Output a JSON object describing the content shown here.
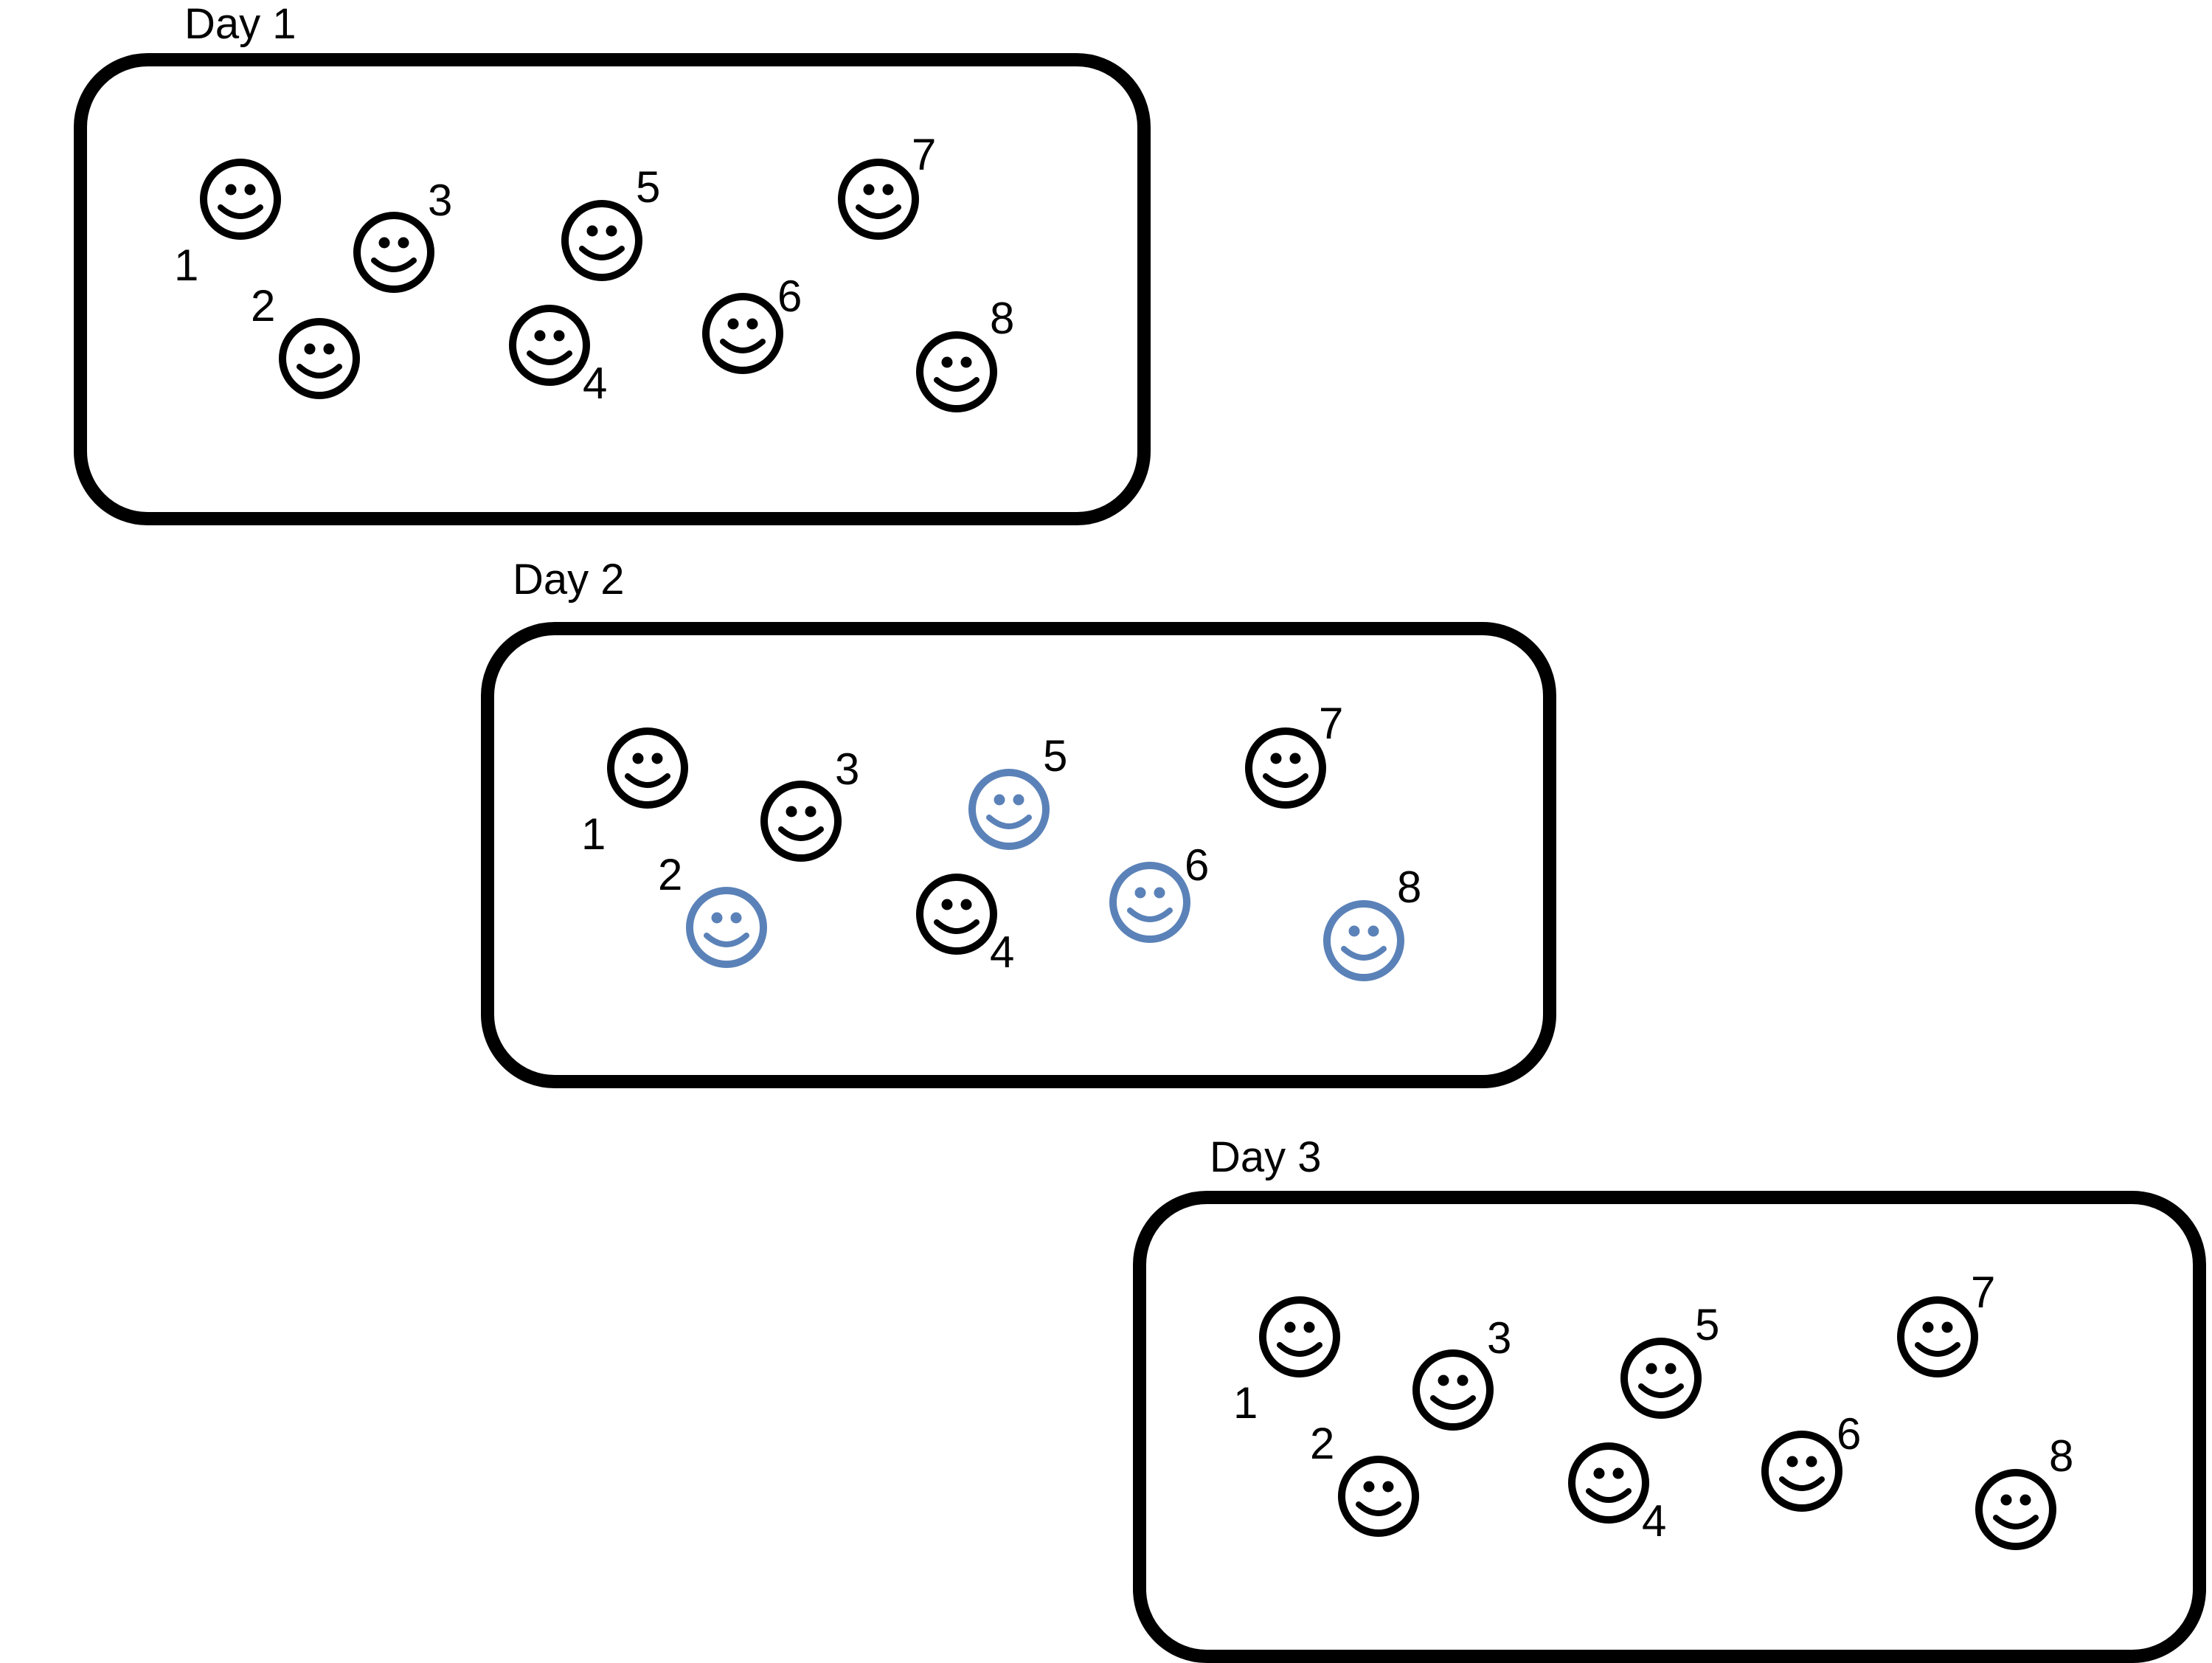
{
  "colors": {
    "default_face": "#000000",
    "highlight_face": "#5b82b8",
    "panel_border": "#000000",
    "background": "#ffffff"
  },
  "icon": "smiley-face-icon",
  "days": [
    {
      "label": "Day 1",
      "people": [
        {
          "id": "1",
          "highlighted": false
        },
        {
          "id": "2",
          "highlighted": false
        },
        {
          "id": "3",
          "highlighted": false
        },
        {
          "id": "4",
          "highlighted": false
        },
        {
          "id": "5",
          "highlighted": false
        },
        {
          "id": "6",
          "highlighted": false
        },
        {
          "id": "7",
          "highlighted": false
        },
        {
          "id": "8",
          "highlighted": false
        }
      ]
    },
    {
      "label": "Day 2",
      "people": [
        {
          "id": "1",
          "highlighted": false
        },
        {
          "id": "2",
          "highlighted": true
        },
        {
          "id": "3",
          "highlighted": false
        },
        {
          "id": "4",
          "highlighted": false
        },
        {
          "id": "5",
          "highlighted": true
        },
        {
          "id": "6",
          "highlighted": true
        },
        {
          "id": "7",
          "highlighted": false
        },
        {
          "id": "8",
          "highlighted": true
        }
      ]
    },
    {
      "label": "Day 3",
      "people": [
        {
          "id": "1",
          "highlighted": false
        },
        {
          "id": "2",
          "highlighted": false
        },
        {
          "id": "3",
          "highlighted": false
        },
        {
          "id": "4",
          "highlighted": false
        },
        {
          "id": "5",
          "highlighted": false
        },
        {
          "id": "6",
          "highlighted": false
        },
        {
          "id": "7",
          "highlighted": false
        },
        {
          "id": "8",
          "highlighted": false
        }
      ]
    }
  ]
}
